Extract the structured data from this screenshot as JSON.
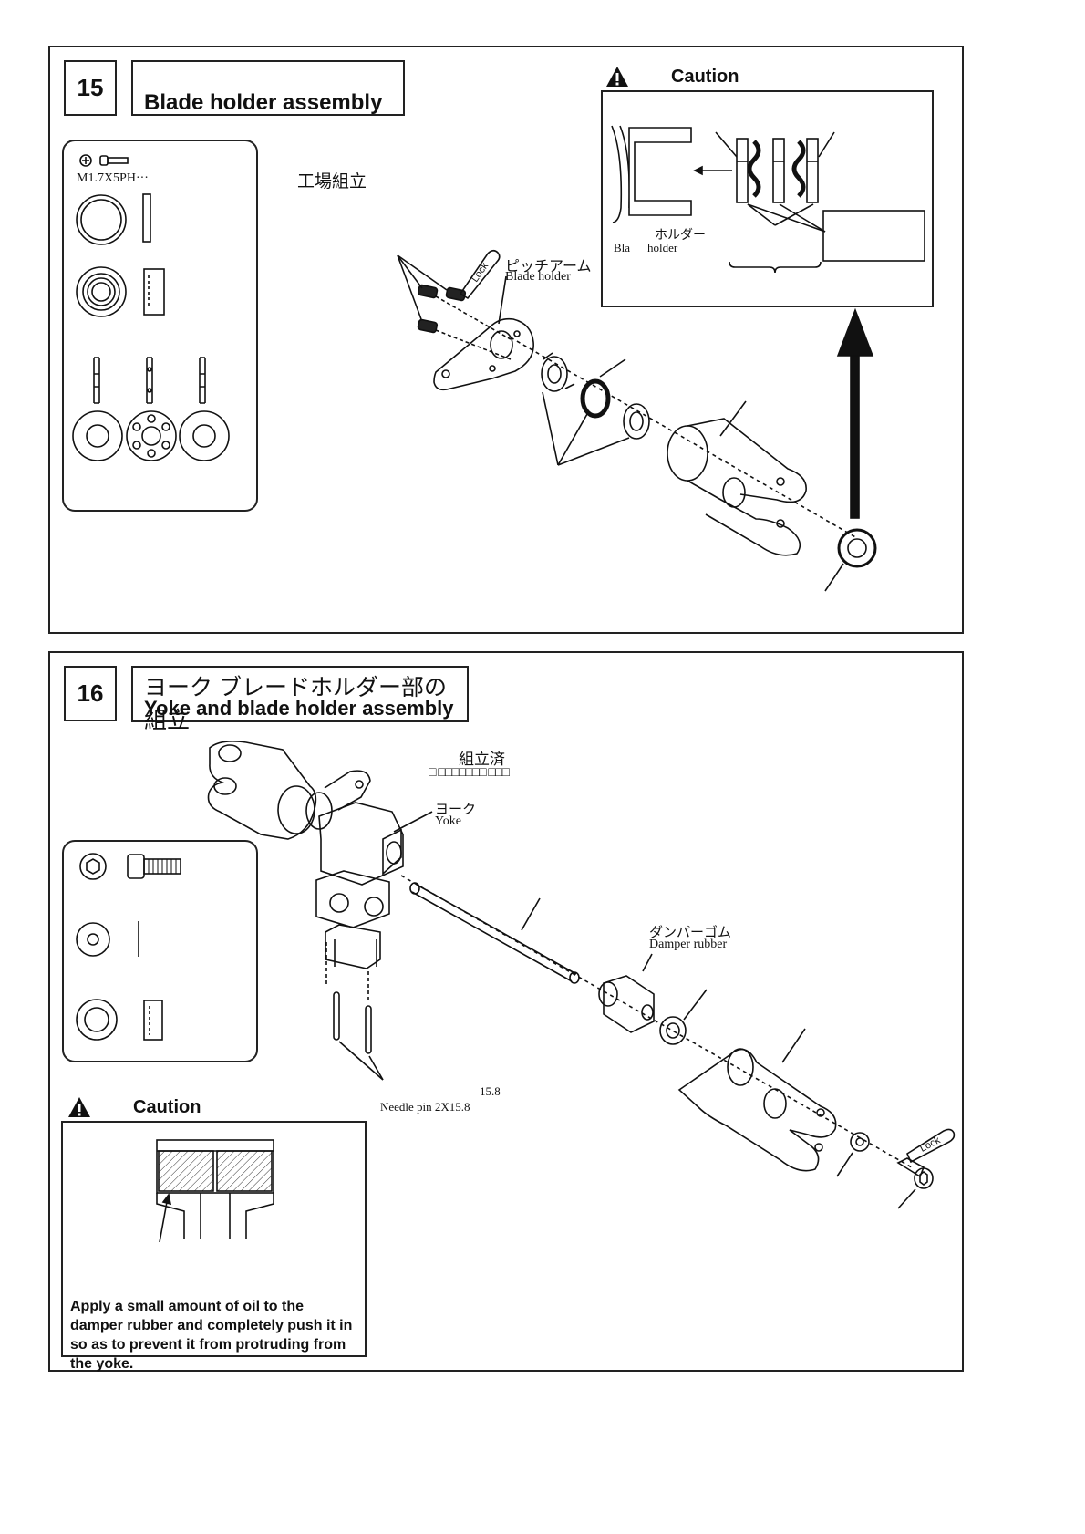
{
  "step15": {
    "number": "15",
    "title": "Blade holder assembly",
    "screw_label": "M1.7X5PH···",
    "factory_label": "工場組立",
    "pitch_arm_jp": "ピッチアーム",
    "pitch_arm_en": "Blade holder",
    "lock_label": "Lock",
    "caution": {
      "heading": "Caution",
      "holder_jp": "ホルダー",
      "holder_en_left": "Bla",
      "holder_en_right": "holder"
    }
  },
  "step16": {
    "number": "16",
    "title_jp": "ヨーク ブレードホルダー部の組立",
    "title_en": "Yoke and blade holder assembly",
    "assembled_jp": "組立済",
    "assembled_garbled": "□ □□□□□□□ □□□",
    "yoke_jp": "ヨーク",
    "yoke_en": "Yoke",
    "damper_jp": "ダンパーゴム",
    "damper_en": "Damper rubber",
    "needle_num": "15.8",
    "needle_label": "Needle pin 2X15.8",
    "lock_label": "Lock",
    "caution": {
      "heading": "Caution",
      "note": "Apply a small amount of oil to the damper rubber and completely push it in so as to prevent it from protruding from the yoke."
    }
  }
}
